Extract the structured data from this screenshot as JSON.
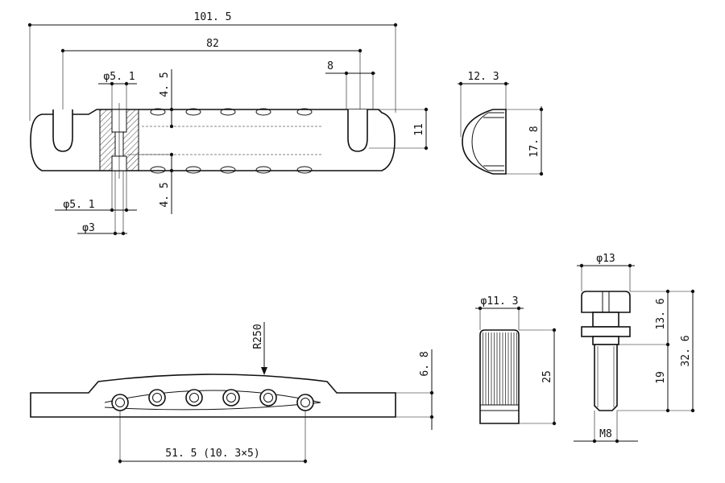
{
  "top_view": {
    "overall_length": "101. 5",
    "post_spacing": "82",
    "slot_width": "8",
    "bore_diameter_top": "φ5. 1",
    "top_offset": "4. 5",
    "height": "11",
    "bore_diameter_bottom": "φ5. 1",
    "bottom_offset": "4. 5",
    "through_hole": "φ3"
  },
  "side_view": {
    "width": "12. 3",
    "height": "17. 8"
  },
  "front_view": {
    "radius": "R250",
    "height": "6. 8",
    "string_spacing": "51. 5 (10. 3×5)"
  },
  "thumbwheel": {
    "diameter": "φ11. 3",
    "height": "25"
  },
  "stud": {
    "head_diameter": "φ13",
    "head_height": "13. 6",
    "total_length": "32. 6",
    "thread_length": "19",
    "thread_size": "M8"
  }
}
